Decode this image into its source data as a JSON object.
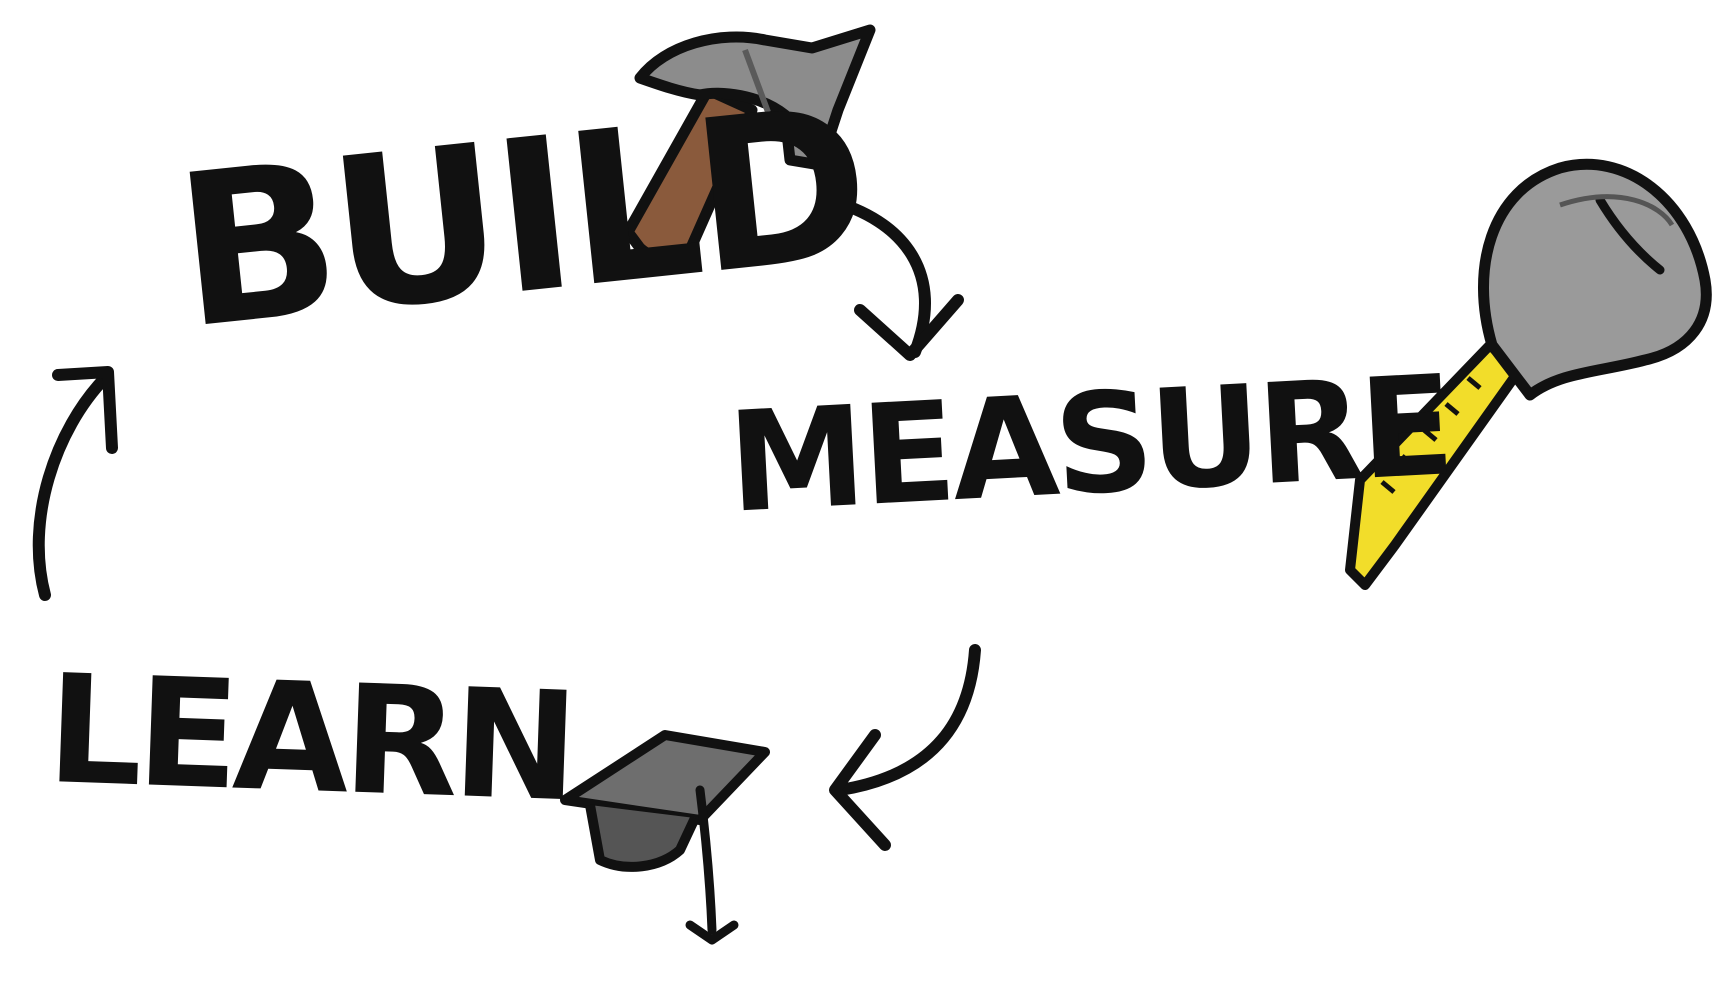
{
  "stages": {
    "build": "BUILD",
    "measure": "MEASURE",
    "learn": "LEARN"
  },
  "icons": {
    "build": "hammer-icon",
    "measure": "tape-measure-icon",
    "learn": "graduation-cap-icon"
  },
  "colors": {
    "ink": "#111111",
    "hammer_handle": "#8a5a3c",
    "hammer_head": "#8c8c8c",
    "tape_case": "#9a9a9a",
    "tape_blade": "#f2dd2a",
    "cap": "#6e6e6e"
  }
}
